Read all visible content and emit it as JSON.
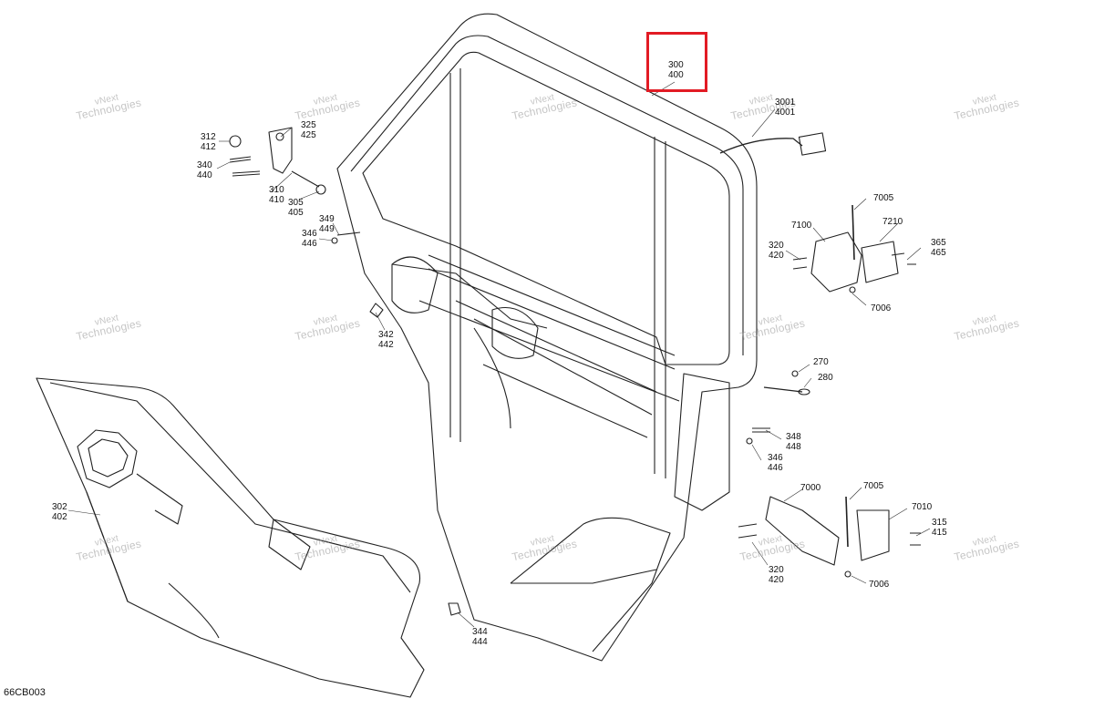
{
  "diagram_code": "66CB003",
  "watermark": {
    "line1": "vNext",
    "line2": "Technologies",
    "full": "vNext Technologies"
  },
  "highlight_color": "#e21b24",
  "callouts": {
    "c300": [
      "300",
      "400"
    ],
    "c3001": [
      "3001",
      "4001"
    ],
    "c312": [
      "312",
      "412"
    ],
    "c325": [
      "325",
      "425"
    ],
    "c340": [
      "340",
      "440"
    ],
    "c310": [
      "310",
      "410"
    ],
    "c305": [
      "305",
      "405"
    ],
    "c349": [
      "349",
      "449"
    ],
    "c346a": [
      "346",
      "446"
    ],
    "c342": [
      "342",
      "442"
    ],
    "c7005a": [
      "7005"
    ],
    "c7100": [
      "7100"
    ],
    "c7210": [
      "7210"
    ],
    "c320a": [
      "320",
      "420"
    ],
    "c365": [
      "365",
      "465"
    ],
    "c7006a": [
      "7006"
    ],
    "c270": [
      "270"
    ],
    "c280": [
      "280"
    ],
    "c348": [
      "348",
      "448"
    ],
    "c346b": [
      "346",
      "446"
    ],
    "c302": [
      "302",
      "402"
    ],
    "c7000": [
      "7000"
    ],
    "c7005b": [
      "7005"
    ],
    "c7010": [
      "7010"
    ],
    "c315": [
      "315",
      "415"
    ],
    "c320b": [
      "320",
      "420"
    ],
    "c7006b": [
      "7006"
    ],
    "c344": [
      "344",
      "444"
    ]
  }
}
